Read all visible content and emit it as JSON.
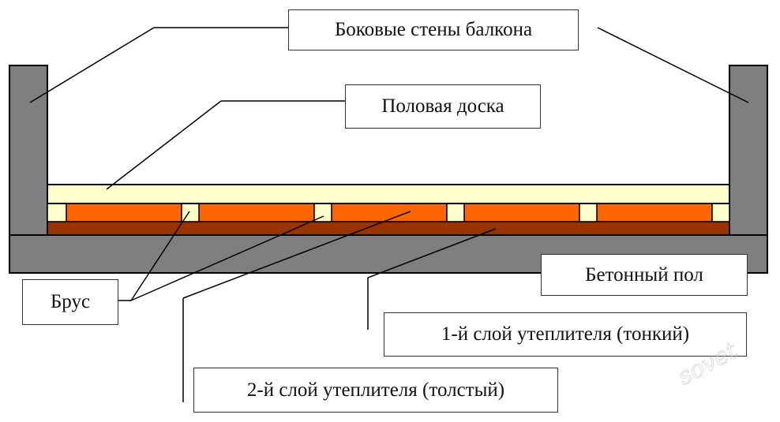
{
  "labels": {
    "walls": "Боковые стены балкона",
    "floor_board": "Половая доска",
    "concrete": "Бетонный пол",
    "beam": "Брус",
    "layer1": "1-й слой утеплителя (тонкий)",
    "layer2": "2-й слой утеплителя (толстый)"
  },
  "watermark": "sovet",
  "colors": {
    "wall": "#7f7f7f",
    "board": "#ffffcc",
    "thick_insulation": "#ff6600",
    "thin_insulation": "#993300",
    "beam": "#ffffcc",
    "outline": "#000000"
  }
}
